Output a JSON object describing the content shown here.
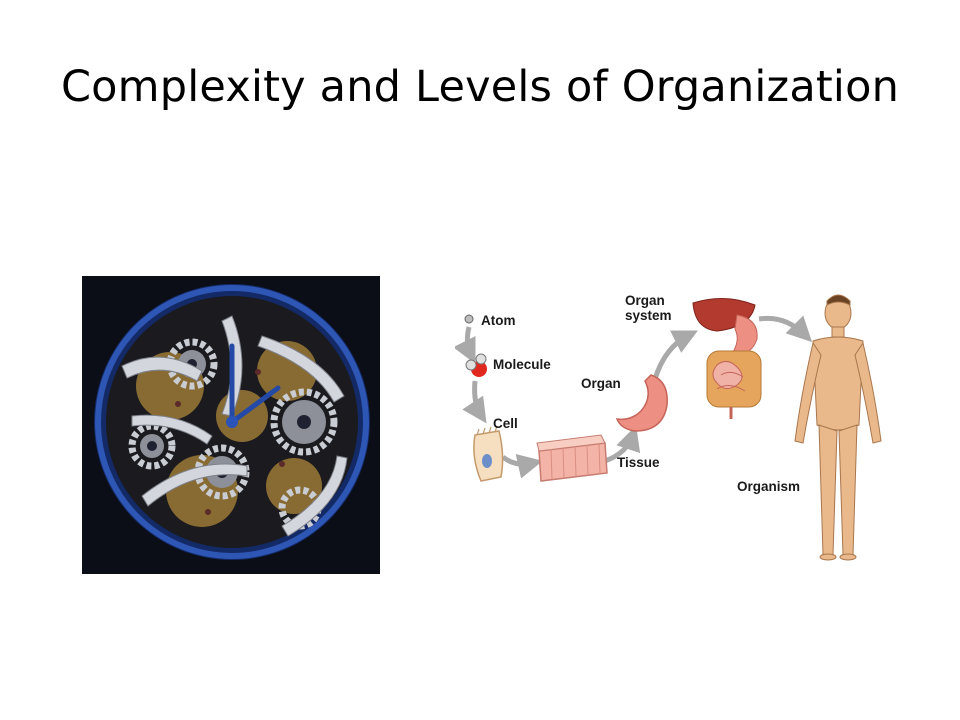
{
  "slide": {
    "title": "Complexity and Levels of Organization"
  },
  "diagram": {
    "levels": {
      "atom": "Atom",
      "molecule": "Molecule",
      "cell": "Cell",
      "tissue": "Tissue",
      "organ": "Organ",
      "organ_system": "Organ system",
      "organism": "Organism"
    }
  },
  "colors": {
    "background": "#ffffff",
    "watch_frame": "#1d3c8a",
    "gear_silver": "#b9bcc4",
    "gear_gold": "#b08a3e",
    "arrow_gray": "#a9a9a9",
    "organ_pink": "#e88f88",
    "liver_red": "#b8352c",
    "skin": "#e9b98c"
  }
}
